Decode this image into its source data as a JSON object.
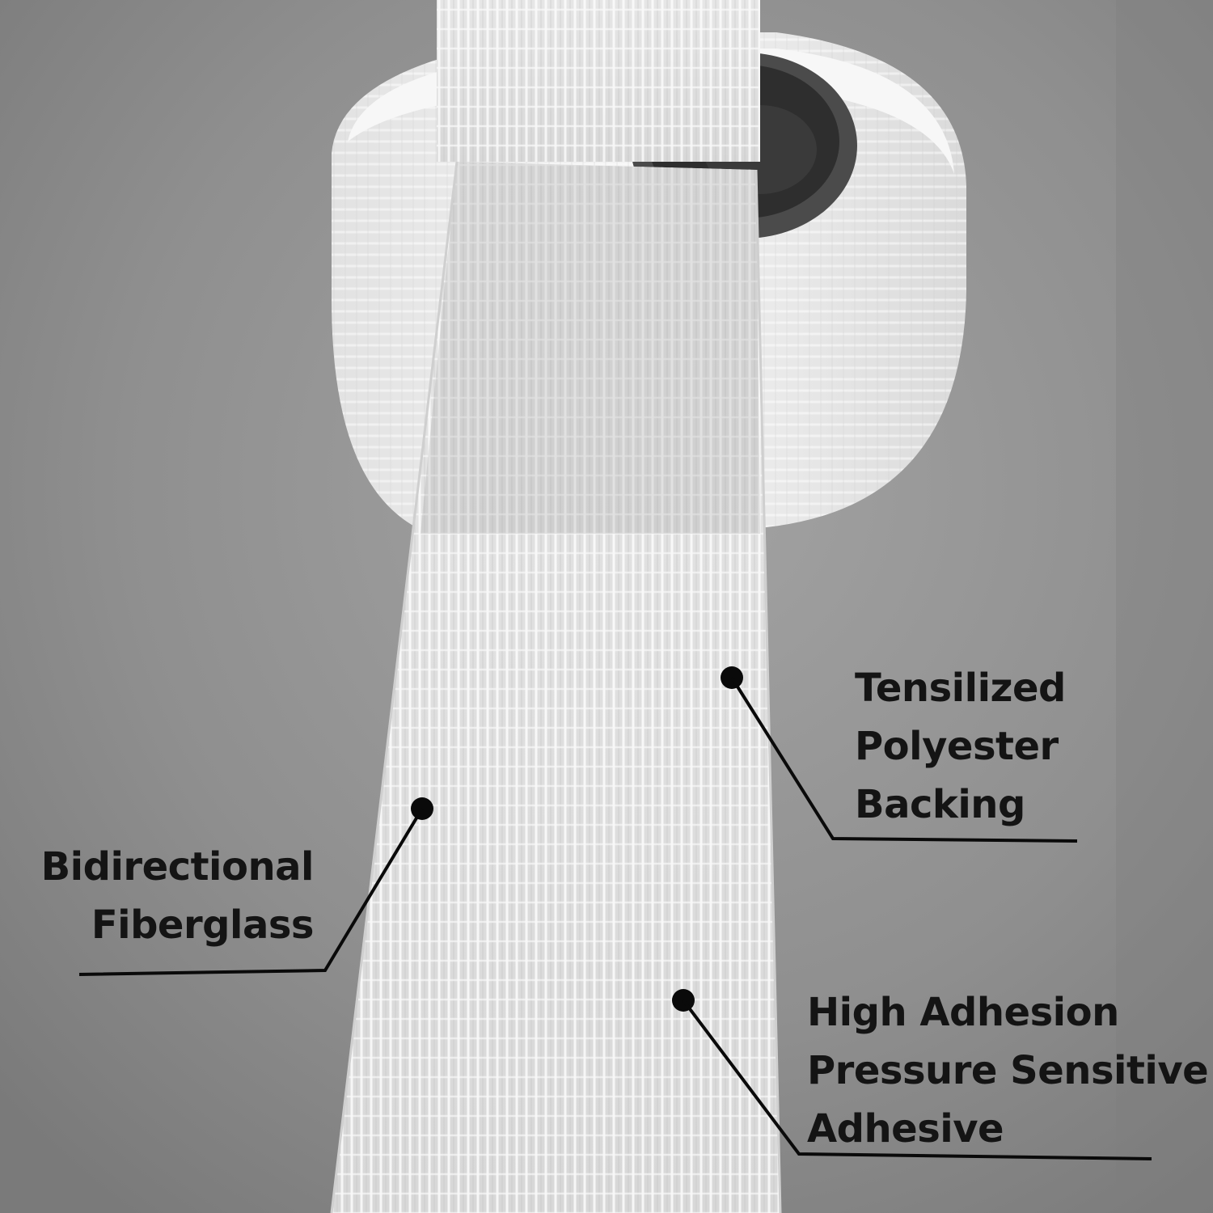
{
  "callouts": {
    "backing": {
      "lines": [
        "Tensilized",
        "Polyester",
        "Backing"
      ]
    },
    "fiberglass": {
      "lines": [
        "Bidirectional",
        "Fiberglass"
      ]
    },
    "adhesive": {
      "lines": [
        "High Adhesion",
        "Pressure Sensitive",
        "Adhesive"
      ]
    }
  },
  "colors": {
    "background": "#8e8e8e",
    "tape": "#eeeeee",
    "text": "#141414",
    "leader": "#0a0a0a"
  }
}
